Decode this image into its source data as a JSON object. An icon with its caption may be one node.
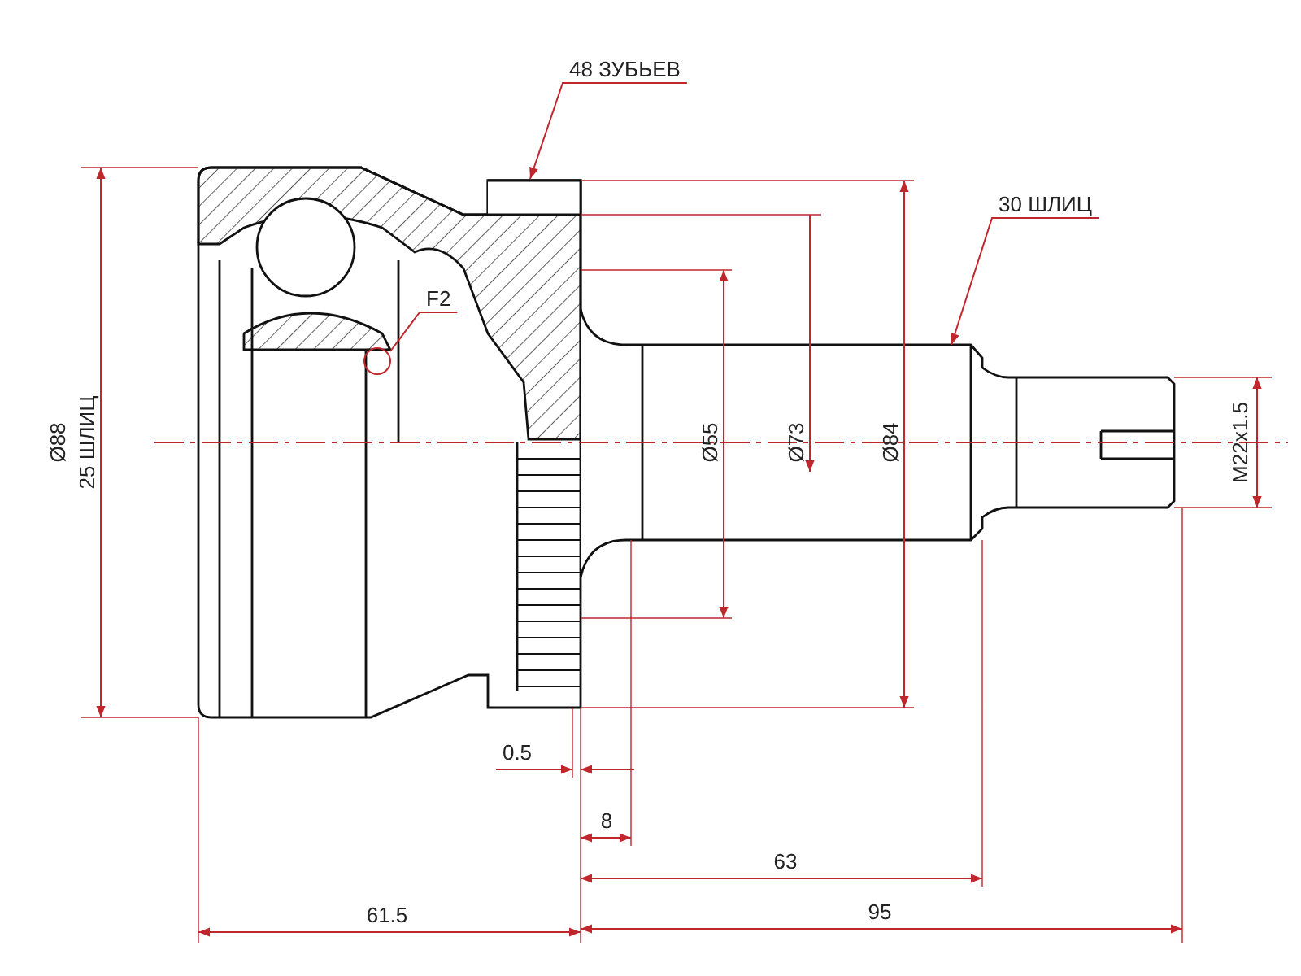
{
  "diagram": {
    "nodes": [
      {
        "text": [
          "48 ЗУБЬЕВ"
        ]
      },
      {
        "text": [
          "30 ШЛИЦ"
        ]
      },
      {
        "text": [
          "F2"
        ]
      }
    ],
    "edges": [
      {
        "from": 0,
        "to": null,
        "arrow": "to"
      },
      {
        "from": 1,
        "to": null,
        "arrow": "to"
      },
      {
        "from": 2,
        "to": null,
        "arrow": "other"
      }
    ],
    "labels": [
      "Ø88",
      "25 ШЛИЦ",
      "Ø55",
      "Ø73",
      "Ø84",
      "M22x1.5",
      "0.5",
      "8",
      "63",
      "61.5",
      "95"
    ]
  }
}
